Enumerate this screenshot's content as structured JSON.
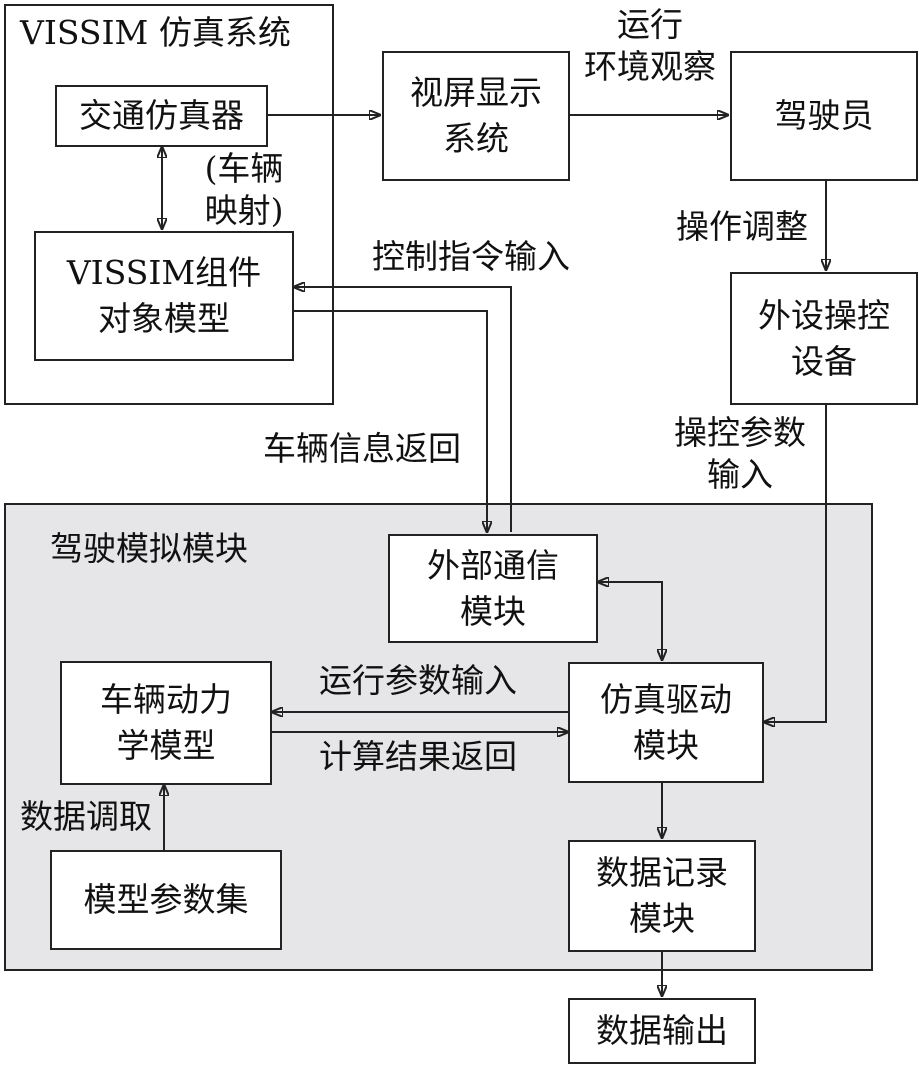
{
  "regions": {
    "vissim_system": {
      "title": "VISSIM 仿真系统"
    },
    "driving_sim": {
      "title": "驾驶模拟模块",
      "fill_color": "#e6e6e8"
    }
  },
  "nodes": {
    "traffic_simulator": "交通仿真器",
    "vissim_component": "VISSIM组件\n对象模型",
    "display_system": "视屏显示\n系统",
    "driver": "驾驶员",
    "peripheral_device": "外设操控\n设备",
    "external_comm": "外部通信\n模块",
    "vehicle_dynamics": "车辆动力\n学模型",
    "sim_driver": "仿真驱动\n模块",
    "model_params": "模型参数集",
    "data_record": "数据记录\n模块",
    "data_output": "数据输出"
  },
  "edge_labels": {
    "vehicle_mapping": "(车辆\n映射)",
    "env_observe": "运行\n环境观察",
    "operate_adjust": "操作调整",
    "control_cmd_input": "控制指令输入",
    "vehicle_info_return": "车辆信息返回",
    "control_param_input": "操控参数\n输入",
    "run_param_input": "运行参数输入",
    "calc_result_return": "计算结果返回",
    "data_fetch": "数据调取"
  },
  "colors": {
    "line": "#222222",
    "box_fill": "#ffffff"
  }
}
